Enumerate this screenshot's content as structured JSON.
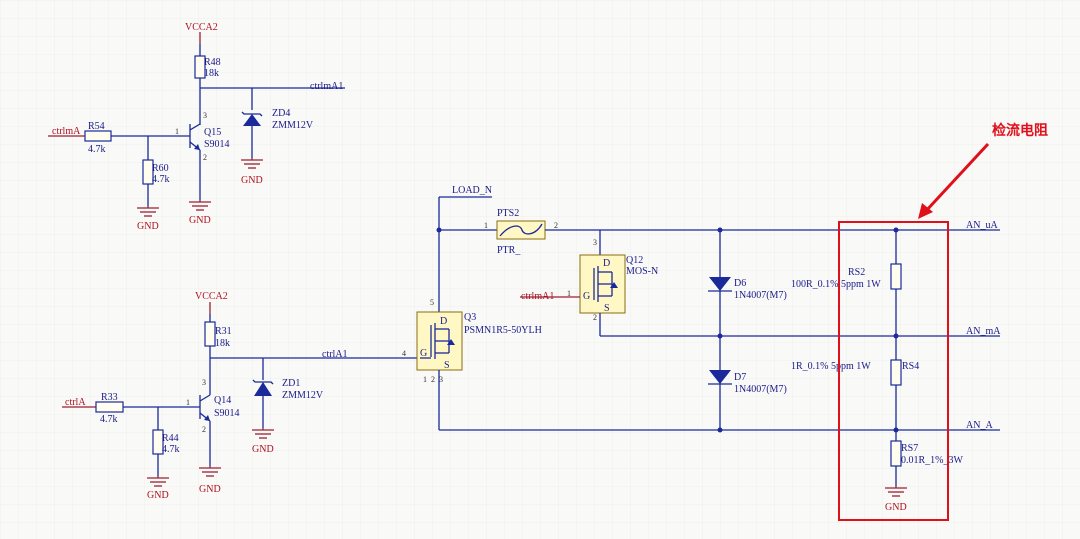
{
  "schematic": {
    "annotation": "检流电阻",
    "colors": {
      "wire": "#1a2a9a",
      "power": "#b01020",
      "highlight": "#e0101a",
      "part_fill": "#fff8c4"
    },
    "nets": {
      "vcca2_top": "VCCA2",
      "vcca2_bottom": "VCCA2",
      "gnd_r60": "GND",
      "gnd_q15": "GND",
      "gnd_zd4": "GND",
      "gnd_r44": "GND",
      "gnd_q14": "GND",
      "gnd_zd1": "GND",
      "gnd_rs7": "GND",
      "ctrlmA_in": "ctrlmA",
      "ctrlmA1_out": "ctrlmA1",
      "ctrlA_in": "ctrlA",
      "ctrlA1_out": "ctrlA1",
      "ctrlmA1_q12": "ctrlmA1",
      "load_n": "LOAD_N",
      "an_ua": "AN_uA",
      "an_ma": "AN_mA",
      "an_a": "AN_A"
    },
    "parts": {
      "r48": {
        "ref": "R48",
        "value": "18k"
      },
      "r54": {
        "ref": "R54",
        "value": "4.7k"
      },
      "r60": {
        "ref": "R60",
        "value": "4.7k"
      },
      "q15": {
        "ref": "Q15",
        "value": "S9014"
      },
      "zd4": {
        "ref": "ZD4",
        "value": "ZMM12V"
      },
      "r31": {
        "ref": "R31",
        "value": "18k"
      },
      "r33": {
        "ref": "R33",
        "value": "4.7k"
      },
      "r44": {
        "ref": "R44",
        "value": "4.7k"
      },
      "q14": {
        "ref": "Q14",
        "value": "S9014"
      },
      "zd1": {
        "ref": "ZD1",
        "value": "ZMM12V"
      },
      "q3": {
        "ref": "Q3",
        "value": "PSMN1R5-50YLH"
      },
      "pts2": {
        "ref": "PTS2",
        "value": "PTR_"
      },
      "q12": {
        "ref": "Q12",
        "value": "MOS-N"
      },
      "d6": {
        "ref": "D6",
        "value": "1N4007(M7)"
      },
      "d7": {
        "ref": "D7",
        "value": "1N4007(M7)"
      },
      "rs2": {
        "ref": "RS2",
        "value": "100R_0.1% 5ppm 1W"
      },
      "rs4": {
        "ref": "RS4",
        "value": "1R_0.1% 5ppm 1W"
      },
      "rs7": {
        "ref": "RS7",
        "value": "0.01R_1%_3W"
      }
    },
    "pins": {
      "p1": "1",
      "p2": "2",
      "p3": "3",
      "p4": "4",
      "p5": "5",
      "g": "G",
      "d": "D",
      "s": "S"
    }
  }
}
